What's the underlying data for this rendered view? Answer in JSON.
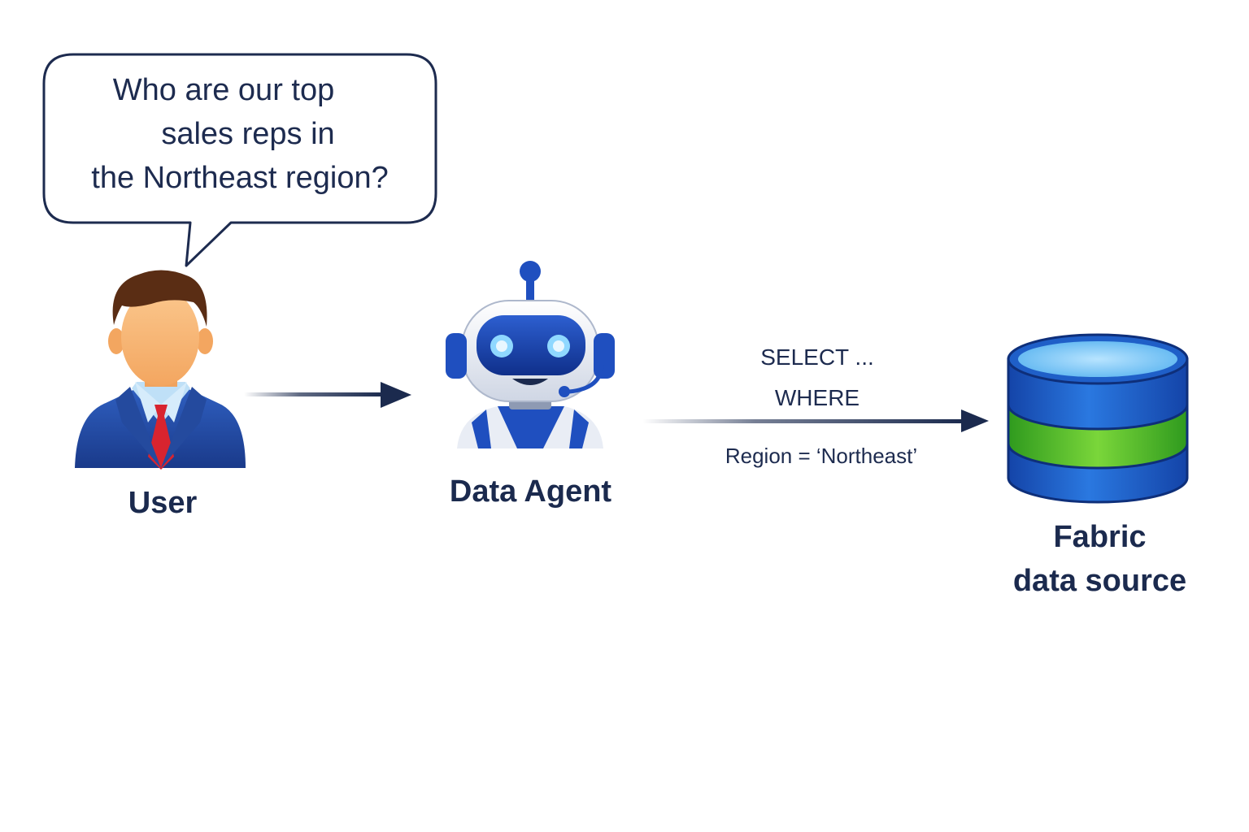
{
  "speech_bubble": {
    "lines": [
      "Who are our top",
      "sales reps in",
      "the Northeast region?"
    ]
  },
  "nodes": {
    "user": {
      "label": "User",
      "icon": "user-businessman-icon"
    },
    "agent": {
      "label": "Data Agent",
      "icon": "robot-icon"
    },
    "fabric": {
      "label_line1": "Fabric",
      "label_line2": "data source",
      "icon": "database-cylinder-icon"
    }
  },
  "query": {
    "line1": "SELECT ...",
    "line2": "WHERE",
    "line3": "Region = ‘Northeast’"
  },
  "colors": {
    "text": "#1b2a4e",
    "arrow": "#1b2a4e",
    "db_blue": "#1f5fc8",
    "db_green": "#4fbf2a",
    "robot_blue": "#1f4fbf"
  }
}
